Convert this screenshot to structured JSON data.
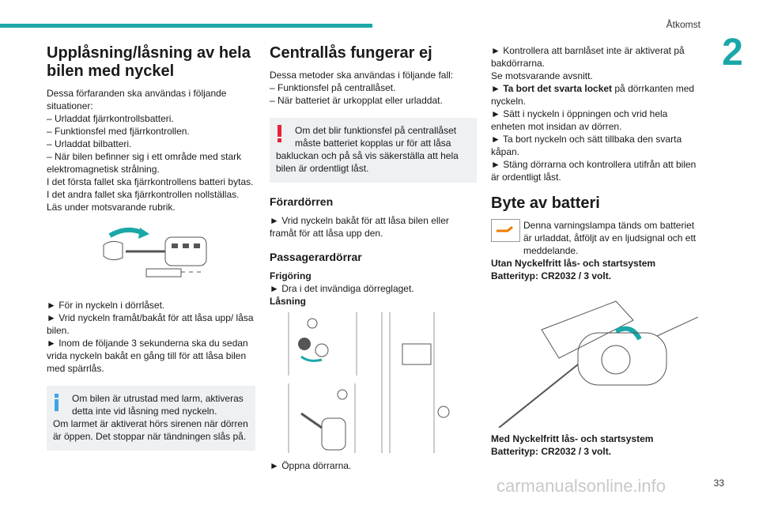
{
  "header": {
    "section": "Åtkomst",
    "chapter": "2"
  },
  "col1": {
    "title": "Upplåsning/låsning av hela bilen med nyckel",
    "intro": [
      "Dessa förfaranden ska användas i följande situationer:",
      "– Urladdat fjärrkontrollsbatteri.",
      "– Funktionsfel med fjärrkontrollen.",
      "– Urladdat bilbatteri.",
      "– När bilen befinner sig i ett område med stark elektromagnetisk strålning.",
      "I det första fallet ska fjärrkontrollens batteri bytas.",
      "I det andra fallet ska fjärrkontrollen nollställas.",
      "Läs under motsvarande rubrik."
    ],
    "steps": [
      "► För in nyckeln i dörrlåset.",
      "► Vrid nyckeln framåt/bakåt för att låsa upp/ låsa bilen.",
      "► Inom de följande 3 sekunderna ska du sedan vrida nyckeln bakåt en gång till för att låsa bilen med spärrlås."
    ],
    "info_first": "Om bilen är utrustad med larm, aktiveras detta inte vid låsning med nyckeln.",
    "info_second": "Om larmet är aktiverat hörs sirenen när dörren är öppen. Det stoppar när tändningen slås på."
  },
  "col2": {
    "title": "Centrallås fungerar ej",
    "intro": [
      "Dessa metoder ska användas i följande fall:",
      "– Funktionsfel på centrallåset.",
      "– När batteriet är urkopplat eller urladdat."
    ],
    "warning_first": "Om det blir funktionsfel på centrallåset måste batteriet kopplas ur för att låsa",
    "warning_second": "bakluckan och på så vis säkerställa att hela bilen är ordentligt låst.",
    "driver_door_title": "Förardörren",
    "driver_door_text": "► Vrid nyckeln bakåt för att låsa bilen eller framåt för att låsa upp den.",
    "passenger_title": "Passagerardörrar",
    "release_label": "Frigöring",
    "release_text": "► Dra i det invändiga dörreglaget.",
    "locking_label": "Låsning",
    "open_doors": "► Öppna dörrarna."
  },
  "col3": {
    "steps": [
      "► Kontrollera att barnlåset inte är aktiverat på bakdörrarna.",
      "Se motsvarande avsnitt."
    ],
    "step_remove_prefix": "► ",
    "step_remove_bold": "Ta bort det svarta locket",
    "step_remove_rest": " på dörrkanten med nyckeln.",
    "steps_after": [
      "► Sätt i nyckeln i öppningen och vrid hela enheten mot insidan av dörren.",
      "► Ta bort nyckeln och sätt tillbaka den svarta kåpan.",
      "► Stäng dörrarna och kontrollera utifrån att bilen är ordentligt låst."
    ],
    "battery_title": "Byte av batteri",
    "battery_intro": "Denna varningslampa tänds om batteriet är urladdat, åtföljt av en ljudsignal och ett meddelande.",
    "without_system": "Utan Nyckelfritt lås- och startsystem",
    "battery_type_1": "Batterityp: CR2032 / 3 volt.",
    "with_system": "Med Nyckelfritt lås- och startsystem",
    "battery_type_2": "Batterityp: CR2032 / 3 volt."
  },
  "footer": {
    "watermark": "carmanualsonline.info",
    "page_number": "33"
  },
  "colors": {
    "accent": "#1aa7a8",
    "info": "#3fa4e6",
    "warning": "#e8203a",
    "box_bg": "#eef0f2"
  }
}
